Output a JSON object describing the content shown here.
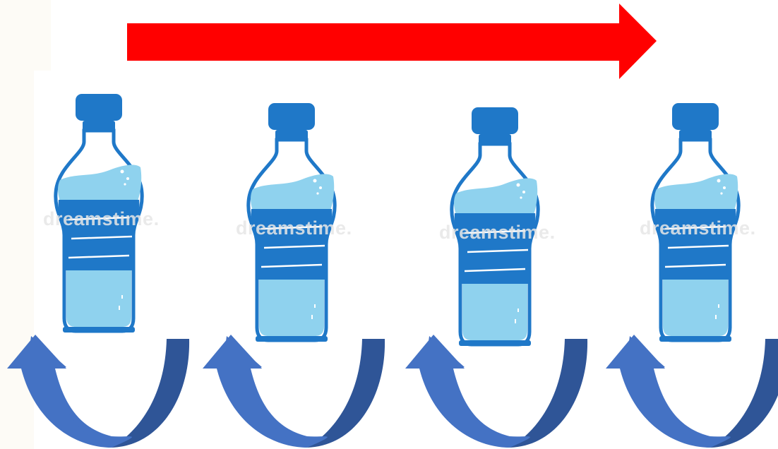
{
  "colors": {
    "background": "#ffffff",
    "left_strip": "#fdfbf6",
    "red_arrow": "#ff0000",
    "curved_arrow_light": "#4472c4",
    "curved_arrow_dark": "#2f5597",
    "bottle_cap": "#1f78c8",
    "bottle_outline": "#1f78c8",
    "bottle_band": "#1f78c8",
    "water": "#8fd2ee",
    "band_stripe": "#ffffff",
    "watermark": "#e6e6e6"
  },
  "bottles": [
    {
      "watermark": "dreamstime."
    },
    {
      "watermark": "dreamstime."
    },
    {
      "watermark": "dreamstime."
    },
    {
      "watermark": "dreamstime."
    }
  ],
  "icons": {
    "flow_arrow": "right-arrow-icon",
    "bottle": "water-bottle-icon",
    "cycle": "curved-up-arrow-icon"
  }
}
